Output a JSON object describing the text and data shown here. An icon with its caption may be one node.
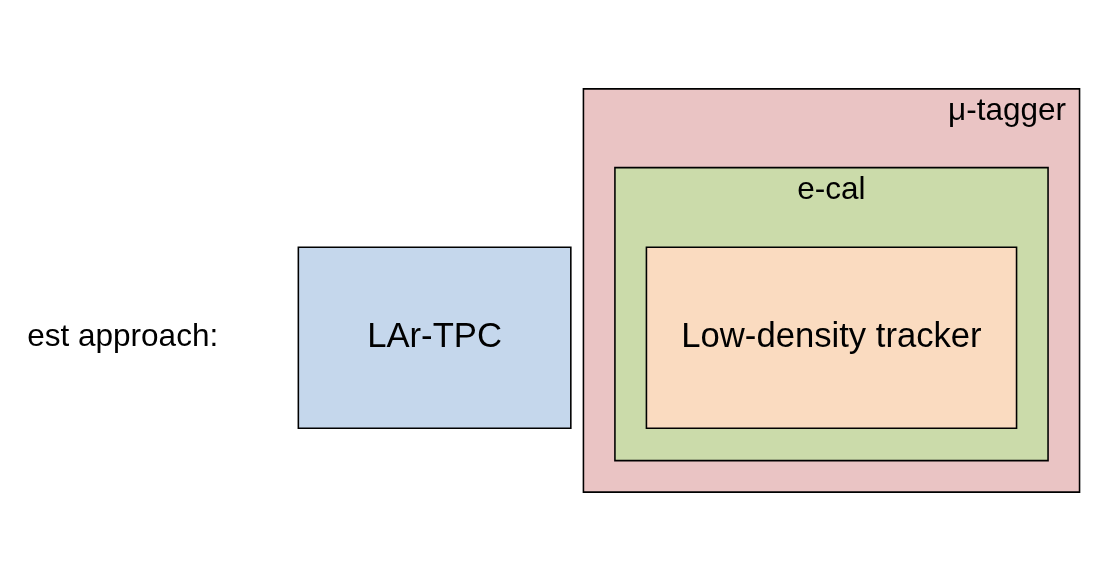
{
  "diagram": {
    "nodes": [
      {
        "text": [
          "LAr-TPC"
        ]
      },
      {
        "text": [
          "μ-tagger"
        ]
      },
      {
        "text": [
          "e-cal"
        ],
        "in": 1
      },
      {
        "text": [
          "Low-density tracker"
        ],
        "in": 2
      }
    ],
    "labels": [
      "est approach:"
    ]
  }
}
